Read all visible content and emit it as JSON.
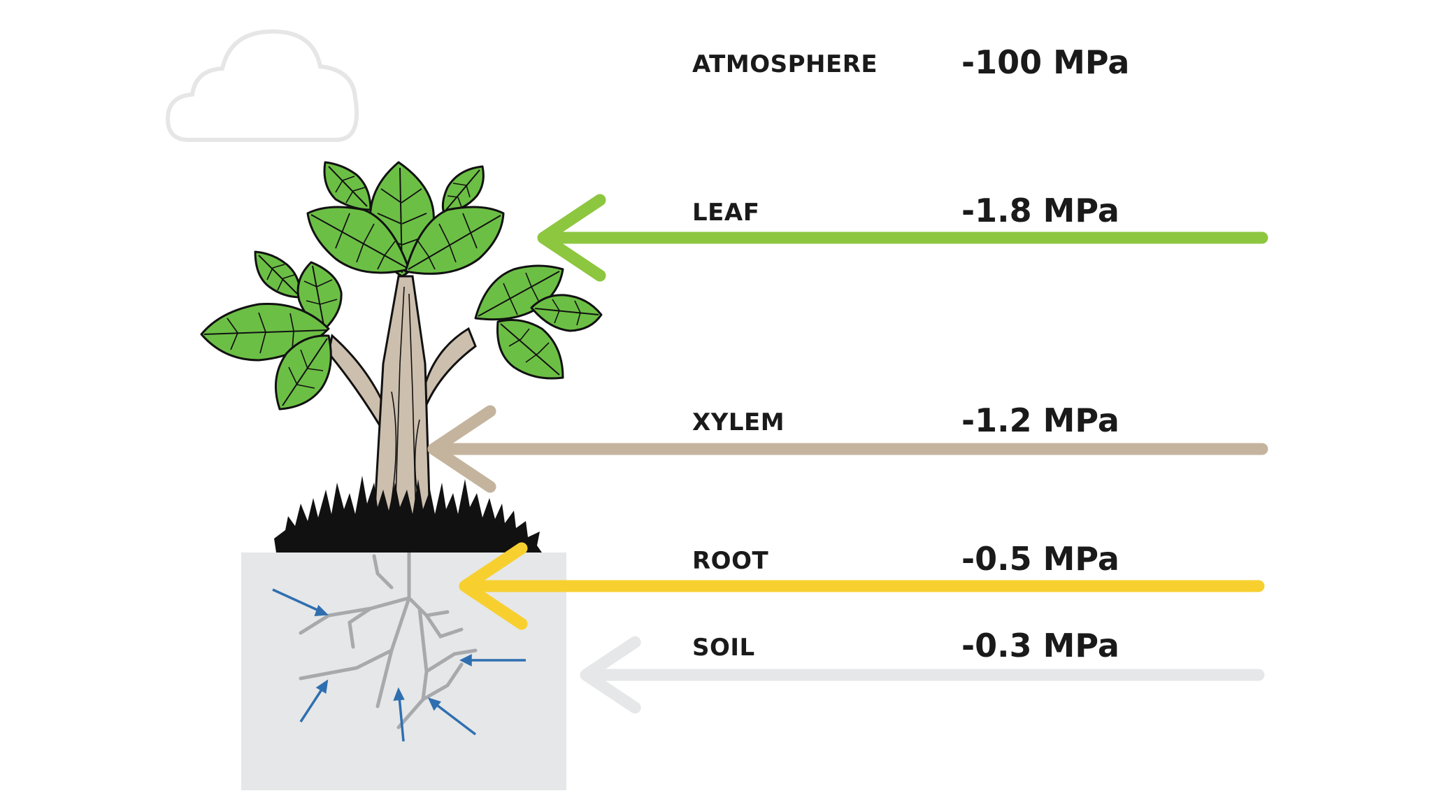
{
  "diagram": {
    "levels": [
      {
        "name": "ATMOSPHERE",
        "value": "-100 MPa",
        "arrow_color": null
      },
      {
        "name": "LEAF",
        "value": "-1.8 MPa",
        "arrow_color": "#8dc63f"
      },
      {
        "name": "XYLEM",
        "value": "-1.2 MPa",
        "arrow_color": "#c4b49e"
      },
      {
        "name": "ROOT",
        "value": "-0.5 MPa",
        "arrow_color": "#f7d02f"
      },
      {
        "name": "SOIL",
        "value": "-0.3 MPa",
        "arrow_color": "#e6e7e8"
      }
    ],
    "colors": {
      "soil_box": "#e6e7e8",
      "leaf": "#6cbf45",
      "leaf_outline": "#111111",
      "trunk": "#cdbfae",
      "grass": "#111111",
      "roots": "#a7a9ac",
      "water_arrows": "#2f6fb0",
      "cloud": "#e6e6e6"
    },
    "icons": [
      "cloud-icon",
      "tree-icon",
      "grass-icon",
      "roots-icon"
    ]
  }
}
